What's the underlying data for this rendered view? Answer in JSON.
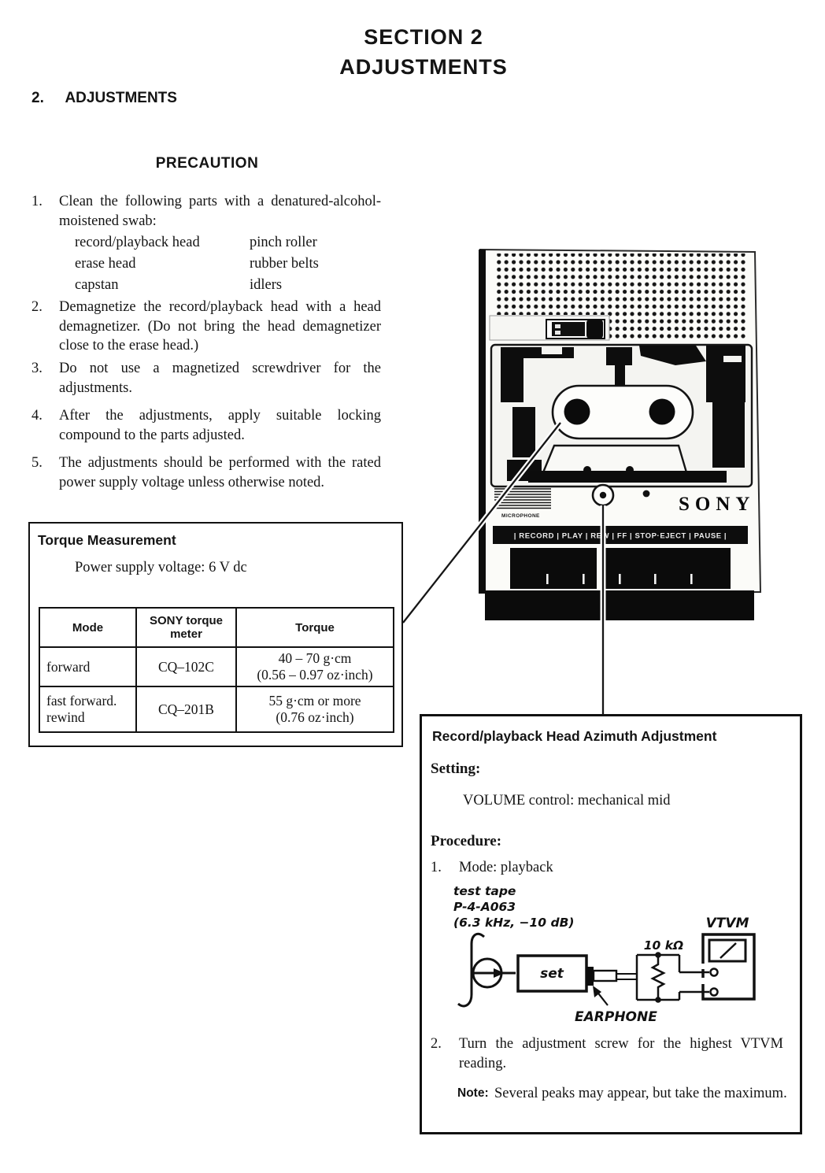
{
  "header": {
    "title_line1": "SECTION 2",
    "title_line2": "ADJUSTMENTS"
  },
  "section": {
    "number": "2.",
    "heading": "ADJUSTMENTS"
  },
  "precaution": {
    "heading": "PRECAUTION",
    "items": [
      {
        "num": "1.",
        "text": "Clean the following parts with a denatured-alcohol-moistened swab:",
        "left_column": [
          "record/playback head",
          "erase head",
          "capstan"
        ],
        "right_column": [
          "pinch roller",
          "rubber belts",
          "idlers"
        ]
      },
      {
        "num": "2.",
        "text": "Demagnetize the record/playback head with a head demagnetizer. (Do not bring the head demagnetizer close to the erase head.)"
      },
      {
        "num": "3.",
        "text": "Do not use a magnetized screwdriver for the adjustments."
      },
      {
        "num": "4.",
        "text": "After the adjustments, apply suitable locking compound to the parts adjusted."
      },
      {
        "num": "5.",
        "text": "The adjustments should be performed with the rated power supply voltage unless otherwise noted."
      }
    ]
  },
  "torque_box": {
    "title": "Torque Measurement",
    "subtitle": "Power supply voltage: 6 V dc",
    "table": {
      "headers": [
        "Mode",
        "SONY torque meter",
        "Torque"
      ],
      "rows": [
        {
          "mode": [
            "forward"
          ],
          "meter": "CQ–102C",
          "torque": [
            "40 – 70 g·cm",
            "(0.56 – 0.97 oz·inch)"
          ]
        },
        {
          "mode": [
            "fast forward.",
            "rewind"
          ],
          "meter": "CQ–201B",
          "torque": [
            "55 g·cm or more",
            "(0.76 oz·inch)"
          ]
        }
      ]
    }
  },
  "recorder": {
    "brand": "SONY",
    "microphone_label": "MICROPHONE",
    "controls_line": "|  RECORD  |  PLAY  |  REW  |  FF  | STOP·EJECT |  PAUSE  |"
  },
  "azimuth_box": {
    "title": "Record/playback Head Azimuth Adjustment",
    "setting_label": "Setting:",
    "setting_value": "VOLUME control: mechanical mid",
    "procedure_label": "Procedure:",
    "step1_num": "1.",
    "step1_text": "Mode: playback",
    "step2_num": "2.",
    "step2_text": "Turn the adjustment screw for the highest VTVM reading.",
    "note_label": "Note:",
    "note_text": "Several peaks may appear, but take the maximum.",
    "diagram": {
      "test_tape_line1": "test tape",
      "test_tape_line2": "P-4-A063",
      "test_tape_line3": "(6.3 kHz, −10 dB)",
      "set_label": "set",
      "earphone_label": "EARPHONE",
      "resistor_label": "10 kΩ",
      "vtvm_label": "VTVM"
    }
  }
}
